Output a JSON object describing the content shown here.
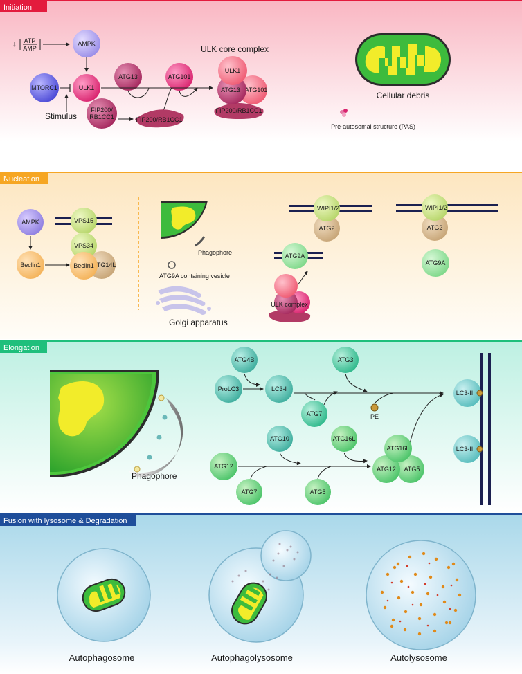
{
  "sections": {
    "initiation": "Initiation",
    "nucleation": "Nucleation",
    "elongation": "Elongation",
    "fusion": "Fusion with lysosome & Degradation"
  },
  "colors": {
    "initiation_bar": "#e31b3d",
    "nucleation_bar": "#f6a623",
    "elongation_bar": "#1fbf7c",
    "fusion_bar": "#1f4e9a"
  },
  "initiation": {
    "ratio_symbol": "↓",
    "atp": "ATP",
    "amp": "AMP",
    "ampk": "AMPK",
    "mtorc1": "MTORC1",
    "ulk1": "ULK1",
    "stimulus": "Stimulus",
    "atg13": "ATG13",
    "atg101": "ATG101",
    "fip_l1": "FIP200/",
    "fip_l2": "RB1CC1",
    "fip_bar": "FIP200/RB1CC1",
    "ulk_core_title": "ULK core complex",
    "core_ulk1": "ULK1",
    "core_atg13": "ATG13",
    "core_atg101": "ATG101",
    "core_fip": "FIP200/RB1CC1",
    "debris": "Cellular debris",
    "pas": "Pre-autosomal structure (PAS)"
  },
  "nucleation": {
    "ampk": "AMPK",
    "beclin1": "Beclin1",
    "vps15": "VPS15",
    "vps34": "VPS34",
    "beclin1b": "Beclin1",
    "atg14l": "ATG14L",
    "phagophore": "Phagophore",
    "atg9a_vesicle": "ATG9A containing vesicle",
    "golgi": "Golgi apparatus",
    "wipi_a": "WIPI1/2",
    "atg2_a": "ATG2",
    "atg9a_a": "ATG9A",
    "ulk_complex": "ULK complex",
    "wipi_b": "WIPI1/2",
    "atg2_b": "ATG2",
    "atg9a_b": "ATG9A"
  },
  "elongation": {
    "atg4b": "ATG4B",
    "prolc3": "ProLC3",
    "lc3i": "LC3-I",
    "atg3": "ATG3",
    "atg7a": "ATG7",
    "pe": "PE",
    "lc3ii_a": "LC3-II",
    "lc3ii_b": "LC3-II",
    "atg10": "ATG10",
    "atg16l": "ATG16L",
    "atg12": "ATG12",
    "atg7b": "ATG7",
    "atg5": "ATG5",
    "c_atg16l": "ATG16L",
    "c_atg12": "ATG12",
    "c_atg5": "ATG5",
    "phagophore": "Phagophore"
  },
  "fusion": {
    "autophagosome": "Autophagosome",
    "autophagolysosome": "Autophagolysosome",
    "autolysosome": "Autolysosome"
  }
}
